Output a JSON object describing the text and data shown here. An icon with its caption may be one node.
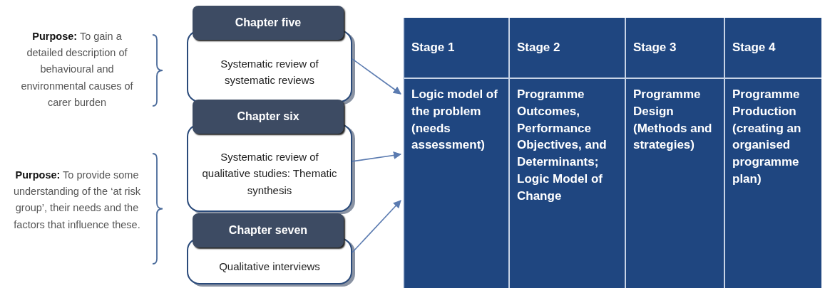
{
  "diagram": {
    "nodes": [
      {
        "text": [
          "Chapter five",
          "Systematic review of systematic reviews"
        ]
      },
      {
        "text": [
          "Chapter six",
          "Systematic review of qualitative studies: Thematic synthesis"
        ]
      },
      {
        "text": [
          "Chapter seven",
          "Qualitative interviews"
        ]
      },
      {
        "text": [
          "Stage 1",
          "Logic model of the problem (needs assessment)"
        ]
      },
      {
        "text": [
          "Stage 2",
          "Programme Outcomes, Performance Objectives, and Determinants; Logic Model of Change"
        ]
      },
      {
        "text": [
          "Stage 3",
          "Programme Design (Methods and strategies)"
        ]
      },
      {
        "text": [
          "Stage 4",
          "Programme Production (creating an organised programme plan)"
        ]
      }
    ],
    "edges": [
      {
        "from": 0,
        "to": 3,
        "arrow": "to"
      },
      {
        "from": 1,
        "to": 3,
        "arrow": "to"
      },
      {
        "from": 2,
        "to": 3,
        "arrow": "to"
      }
    ],
    "labels": [
      "**Purpose:** To gain a detailed description of behavioural and environmental causes of carer burden",
      "**Purpose:** To provide some understanding of the ‘at risk group’, their needs and the factors that influence these."
    ]
  }
}
